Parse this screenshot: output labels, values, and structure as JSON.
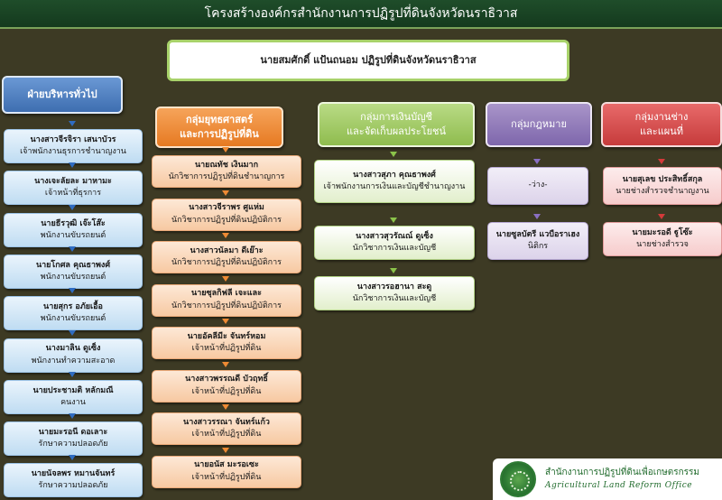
{
  "title": "โครงสร้างองค์กรสำนักงานการปฏิรูปที่ดินจังหวัดนราธิวาส",
  "head": "นายสมศักดิ์  แป้นถนอม    ปฏิรูปที่ดินจังหวัดนราธิวาส",
  "groups": {
    "admin": {
      "title": "ฝ่ายบริหารทั่วไป",
      "members": [
        {
          "name": "นางสาวจีรจิรา  เสนาบัวร",
          "position": "เจ้าพนักงานธุรการชำนาญงาน"
        },
        {
          "name": "นางเจะลัยละ  มาหามะ",
          "position": "เจ้าหน้าที่ธุรการ"
        },
        {
          "name": "นายธีรวุฒิ  เจ๊ะโส๊ะ",
          "position": "พนักงานขับรถยนต์"
        },
        {
          "name": "นายโกศล  คุณธาพงศ์",
          "position": "พนักงานขับรถยนต์"
        },
        {
          "name": "นายสุกร  อภัยเอื้อ",
          "position": "พนักงานขับรถยนต์"
        },
        {
          "name": "นางมาลิน  ดูเซ็ง",
          "position": "พนักงานทำความสะอาด"
        },
        {
          "name": "นายประชามติ  หลักมณี",
          "position": "คนงาน"
        },
        {
          "name": "นายมะรอนี  ดอเลาะ",
          "position": "รักษาความปลอดภัย"
        },
        {
          "name": "นายนัจลพร  หมานจันทร์",
          "position": "รักษาความปลอดภัย"
        }
      ]
    },
    "strategy": {
      "title_line1": "กลุ่มยุทธศาสตร์",
      "title_line2": "และการปฏิรูปที่ดิน",
      "members": [
        {
          "name": "นายณทัช  เงินมาก",
          "position": "นักวิชาการปฏิรูปที่ดินชำนาญการ"
        },
        {
          "name": "นางสาวจีราพร  ศูแห่ม",
          "position": "นักวิชาการปฏิรูปที่ดินปฏิบัติการ"
        },
        {
          "name": "นางสาวนัลมา  ดีเย๊าะ",
          "position": "นักวิชาการปฏิรูปที่ดินปฏิบัติการ"
        },
        {
          "name": "นายซุลกิฟลี  เจะและ",
          "position": "นักวิชาการปฏิรูปที่ดินปฏิบัติการ"
        },
        {
          "name": "นายอัคลีมีะ  จันทร์หอม",
          "position": "เจ้าหน้าที่ปฏิรูปที่ดิน"
        },
        {
          "name": "นางสาวพรรณดี  บัวฤทธิ์",
          "position": "เจ้าหน้าที่ปฏิรูปที่ดิน"
        },
        {
          "name": "นางสาวรรณา  จันทร์แก้ว",
          "position": "เจ้าหน้าที่ปฏิรูปที่ดิน"
        },
        {
          "name": "นายอนัส  มะรอเซะ",
          "position": "เจ้าหน้าที่ปฏิรูปที่ดิน"
        }
      ]
    },
    "finance": {
      "title_line1": "กลุ่มการเงินบัญชี",
      "title_line2": "และจัดเก็บผลประโยชน์",
      "members": [
        {
          "name": "นางสาวสุภา  คุณธาพงศ์",
          "position": "เจ้าพนักงานการเงินและบัญชีชำนาญงาน"
        },
        {
          "name": "นางสาวสุวรัณณ์  ดูเซ็ง",
          "position": "นักวิชาการเงินและบัญชี"
        },
        {
          "name": "นางสาวรอฮานา  สะดู",
          "position": "นักวิชาการเงินและบัญชี"
        }
      ]
    },
    "legal": {
      "title": "กลุ่มกฎหมาย",
      "members": [
        {
          "name": "",
          "position": "-ว่าง-"
        },
        {
          "name": "นายซูลบัตรี  แวบือราเฮง",
          "position": "นิติกร"
        }
      ]
    },
    "technical": {
      "title_line1": "กลุ่มงานช่าง",
      "title_line2": "และแผนที่",
      "members": [
        {
          "name": "นายสุเลข  ประสิทธิ์สกุล",
          "position": "นายช่างสำรวจชำนาญงาน"
        },
        {
          "name": "นายมะรอดี  ฐูโซ๊ะ",
          "position": "นายช่างสำรวจ"
        }
      ]
    }
  },
  "logo": {
    "thai": "สำนักงานการปฏิรูปที่ดินเพื่อเกษตรกรรม",
    "english": "Agricultural Land Reform Office"
  },
  "colors": {
    "admin": "#4a7bbf",
    "strategy": "#ee8a34",
    "finance": "#8fbc4e",
    "legal": "#7e67ac",
    "technical": "#c63c3c"
  }
}
